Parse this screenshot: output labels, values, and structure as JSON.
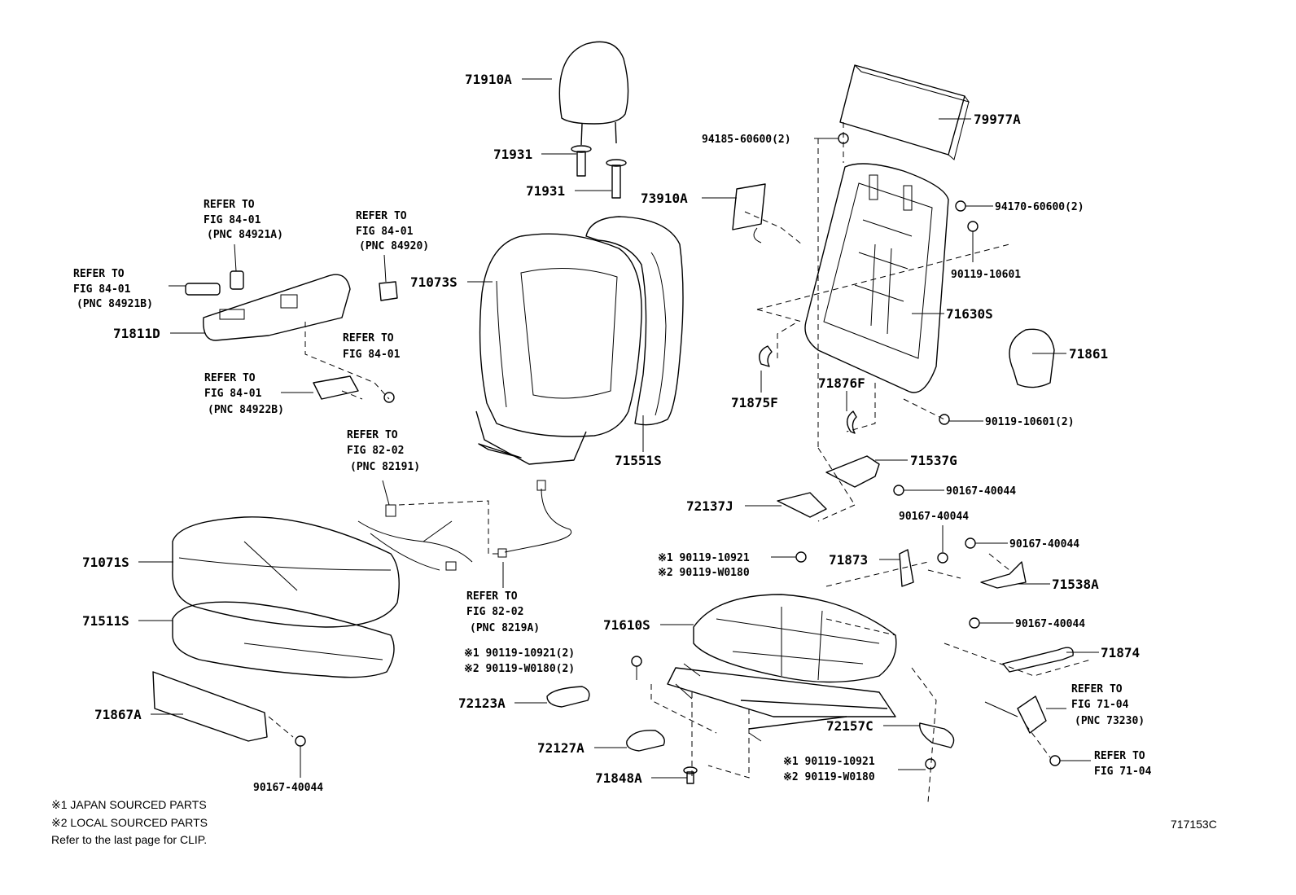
{
  "parts": {
    "p71910A": "71910A",
    "p71931a": "71931",
    "p71931b": "71931",
    "p79977A": "79977A",
    "p94185": "94185-60600(2)",
    "p73910A": "73910A",
    "p94170": "94170-60600(2)",
    "p90119_10601": "90119-10601",
    "p71630S": "71630S",
    "p71861": "71861",
    "p71876F": "71876F",
    "p71875F": "71875F",
    "p90119_10601_2": "90119-10601(2)",
    "p71073S": "71073S",
    "p71551S": "71551S",
    "p71811D": "71811D",
    "p71537G": "71537G",
    "p90167_a": "90167-40044",
    "p72137J": "72137J",
    "p90167_b": "90167-40044",
    "p90167_c": "90167-40044",
    "p71873": "71873",
    "p71538A": "71538A",
    "p90167_d": "90167-40044",
    "p71874": "71874",
    "p71071S": "71071S",
    "p71511S": "71511S",
    "p71610S": "71610S",
    "p72123A": "72123A",
    "p72157C": "72157C",
    "p72127A": "72127A",
    "p71848A": "71848A",
    "p71867A": "71867A",
    "p90167_e": "90167-40044"
  },
  "marked": {
    "m1a1": "※1 90119-10921",
    "m1a2": "※2 90119-W0180",
    "m1b1": "※1 90119-10921(2)",
    "m1b2": "※2 90119-W0180(2)",
    "m1c1": "※1 90119-10921",
    "m1c2": "※2 90119-W0180"
  },
  "refs": {
    "r1": {
      "l1": "REFER TO",
      "l2": "FIG 84-01",
      "l3": "(PNC 84921A)"
    },
    "r2": {
      "l1": "REFER TO",
      "l2": "FIG 84-01",
      "l3": "(PNC 84920)"
    },
    "r3": {
      "l1": "REFER TO",
      "l2": "FIG 84-01",
      "l3": "(PNC 84921B)"
    },
    "r4": {
      "l1": "REFER TO",
      "l2": "FIG 84-01"
    },
    "r5": {
      "l1": "REFER TO",
      "l2": "FIG 84-01",
      "l3": "(PNC 84922B)"
    },
    "r6": {
      "l1": "REFER TO",
      "l2": "FIG 82-02",
      "l3": "(PNC 82191)"
    },
    "r7": {
      "l1": "REFER TO",
      "l2": "FIG 82-02",
      "l3": "(PNC 8219A)"
    },
    "r8": {
      "l1": "REFER TO",
      "l2": "FIG 71-04",
      "l3": "(PNC 73230)"
    },
    "r9": {
      "l1": "REFER TO",
      "l2": "FIG 71-04"
    }
  },
  "footnotes": {
    "n1": "※1 JAPAN SOURCED PARTS",
    "n2": "※2 LOCAL SOURCED PARTS",
    "n3": "Refer to the last page for CLIP."
  },
  "figure_id": "717153C"
}
